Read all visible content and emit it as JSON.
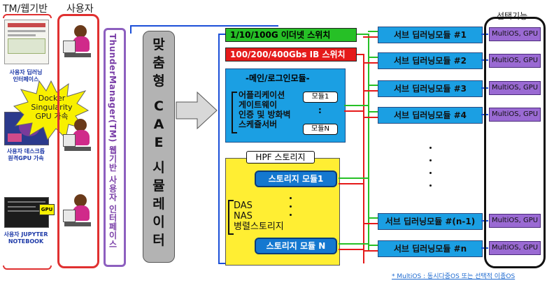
{
  "headers": {
    "tm_web": "TM/웹기반",
    "user": "사용자",
    "optional": "선택기능"
  },
  "left_items": [
    {
      "caption": "사용자 딥러닝\n인터페이스"
    },
    {
      "caption": "사용자 데스크톱\n원격GPU 가속"
    },
    {
      "caption": "사용자 JUPYTER\nNOTEBOOK"
    }
  ],
  "docker_burst": "Docker\nSingularity\nGPU 가속",
  "thunder_label": "ThunderManager(TM) 웹기반 사용자 인터페이스",
  "cae_chars": [
    "맞",
    "춤",
    "형",
    "",
    "C",
    "A",
    "E",
    "",
    "시",
    "뮬",
    "레",
    "이",
    "터"
  ],
  "switches": [
    {
      "label": "1/10/100G 이더넷 스위치",
      "color": "#26c026"
    },
    {
      "label": "100/200/400Gbs IB 스위치",
      "color": "#e51a1a"
    }
  ],
  "main_module": {
    "title": "-메인/로그인모듈-",
    "items": [
      "어플리케이션",
      "게이트웨이",
      "인증 및 방화벽",
      "스케쥴서버"
    ],
    "modules": [
      "모듈1",
      ":",
      "모듈N"
    ]
  },
  "hpf": {
    "title": "HPF 스토리지",
    "module1": "스토리지 모듈1",
    "types": [
      "DAS",
      "NAS",
      "병렬스토리지"
    ],
    "moduleN": "스토리지 모듈 N"
  },
  "servers": [
    "서브 딥러닝모듈 #1",
    "서브 딥러닝모듈 #2",
    "서브 딥러닝모듈 #3",
    "서브 딥러닝모듈 #4",
    "서브 딥러닝모듈 #(n-1)",
    "서브 딥러닝모듈 #n"
  ],
  "gpu_label": "MultiOS, GPU",
  "footnote": "* MultiOS : 동시다중OS 또는 선택적 이종OS",
  "chip_text": "GPU"
}
